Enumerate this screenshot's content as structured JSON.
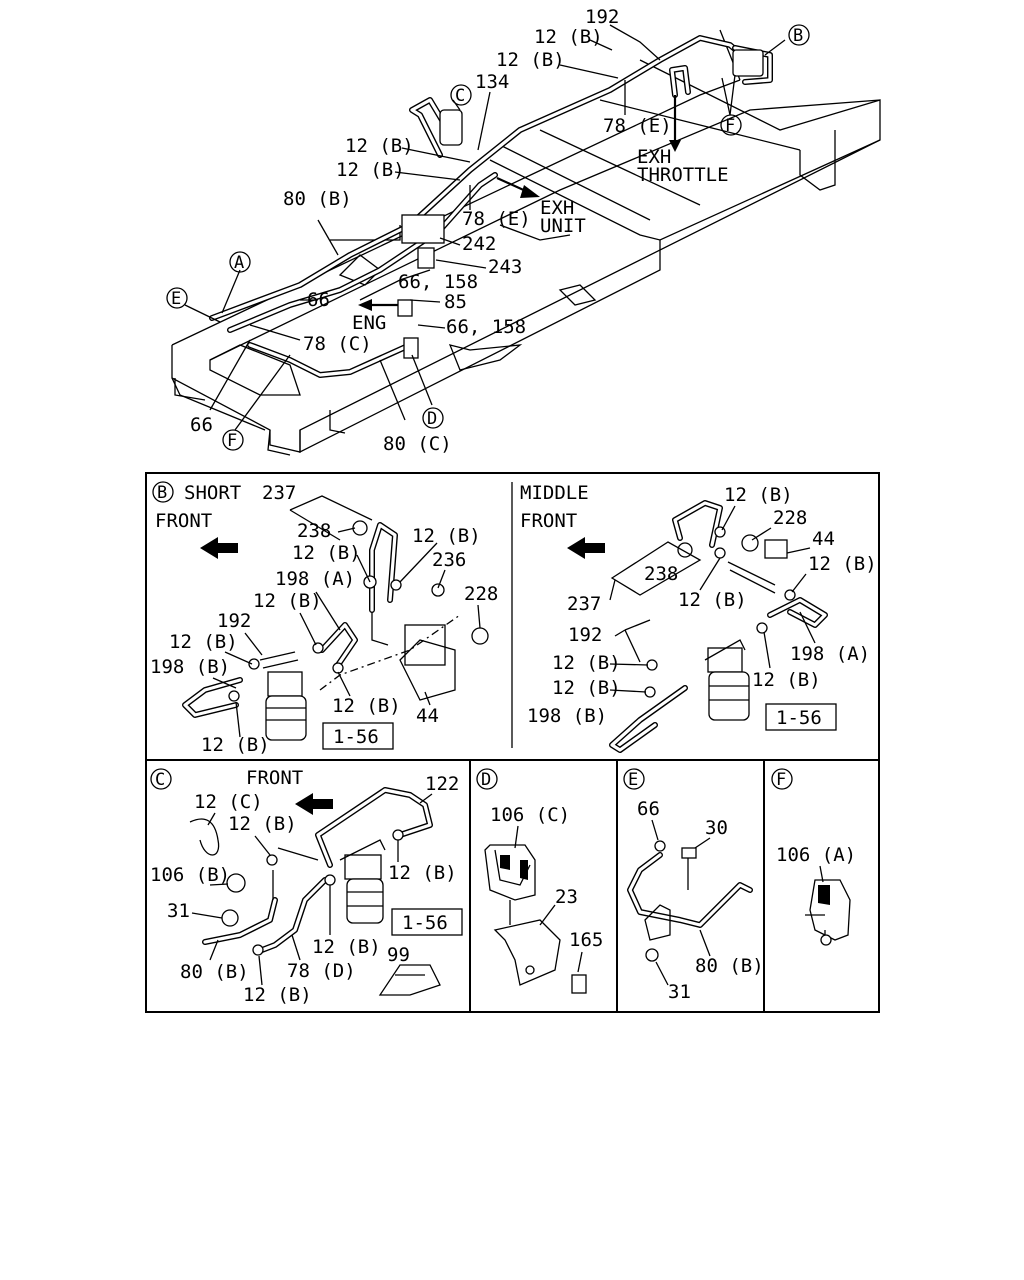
{
  "overview": {
    "labels": {
      "p192": "192",
      "p12b_1": "12 (B)",
      "p12b_2": "12 (B)",
      "p134": "134",
      "p78e_1": "78 (E)",
      "p12b_3": "12 (B)",
      "p12b_4": "12 (B)",
      "p80b": "80 (B)",
      "p78e_2": "78 (E)",
      "p242": "242",
      "p243": "243",
      "p66_158_a": "66, 158",
      "p66": "66",
      "p85": "85",
      "p66_158_b": "66, 158",
      "p78c": "78 (C)",
      "p66_b": "66",
      "p80c": "80 (C)"
    },
    "callouts": {
      "a": "A",
      "b": "B",
      "c": "C",
      "d": "D",
      "e": "E",
      "f": "F"
    },
    "text": {
      "exh_throttle_1": "EXH",
      "exh_throttle_2": "THROTTLE",
      "exh_unit_1": "EXH",
      "exh_unit_2": "UNIT",
      "eng": "ENG"
    }
  },
  "panel_b": {
    "callout": "B",
    "title": "SHORT",
    "front": "FRONT",
    "labels": {
      "p237": "237",
      "p238": "238",
      "p12b_1": "12 (B)",
      "p12b_2": "12 (B)",
      "p236": "236",
      "p198a": "198 (A)",
      "p228": "228",
      "p12b_3": "12 (B)",
      "p192": "192",
      "p12b_4": "12 (B)",
      "p198b": "198 (B)",
      "p12b_5": "12 (B)",
      "p44": "44",
      "p156": "1-56",
      "p12b_6": "12 (B)"
    }
  },
  "panel_middle": {
    "title": "MIDDLE",
    "front": "FRONT",
    "labels": {
      "p12b_1": "12 (B)",
      "p228": "228",
      "p44": "44",
      "p12b_2": "12 (B)",
      "p238": "238",
      "p237": "237",
      "p12b_3": "12 (B)",
      "p192": "192",
      "p12b_4": "12 (B)",
      "p198a": "198 (A)",
      "p12b_5": "12 (B)",
      "p12b_6": "12 (B)",
      "p198b": "198 (B)",
      "p156": "1-56"
    }
  },
  "panel_c": {
    "callout": "C",
    "front": "FRONT",
    "labels": {
      "p122": "122",
      "p12c": "12 (C)",
      "p12b_1": "12 (B)",
      "p106b": "106 (B)",
      "p12b_2": "12 (B)",
      "p31": "31",
      "p156": "1-56",
      "p12b_3": "12 (B)",
      "p80b": "80 (B)",
      "p78d": "78 (D)",
      "p99": "99",
      "p12b_4": "12 (B)"
    }
  },
  "panel_d": {
    "callout": "D",
    "labels": {
      "p106c": "106 (C)",
      "p23": "23",
      "p165": "165"
    }
  },
  "panel_e": {
    "callout": "E",
    "labels": {
      "p66": "66",
      "p30": "30",
      "p80b": "80 (B)",
      "p31": "31"
    }
  },
  "panel_f": {
    "callout": "F",
    "labels": {
      "p106a": "106 (A)"
    }
  }
}
